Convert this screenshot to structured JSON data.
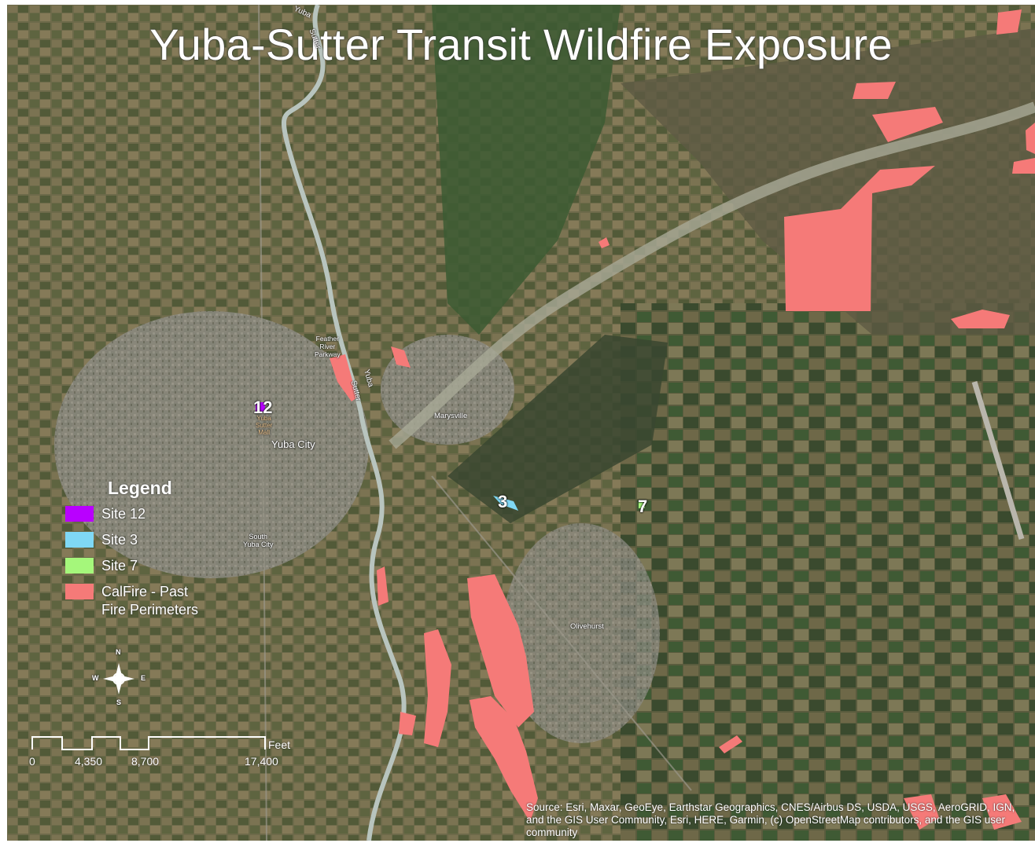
{
  "title": "Yuba-Sutter Transit Wildfire Exposure",
  "legend": {
    "title": "Legend",
    "items": [
      {
        "label": "Site 12",
        "color": "#b900ff"
      },
      {
        "label": "Site 3",
        "color": "#7fd8f5"
      },
      {
        "label": "Site 7",
        "color": "#a5f77b"
      },
      {
        "label": "CalFire - Past\nFire Perimeters",
        "color": "#f57a78"
      }
    ]
  },
  "sites": [
    {
      "number": "12",
      "color": "#b900ff"
    },
    {
      "number": "3",
      "color": "#7fd8f5"
    },
    {
      "number": "7",
      "color": "#a5f77b"
    }
  ],
  "place_labels": {
    "yuba_city": "Yuba City",
    "marysville": "Marysville",
    "olivehurst": "Olivehurst",
    "south_yuba_city": "South\nYuba City",
    "feather_river_parkway": "Feather\nRiver\nParkway",
    "yuba_sutter_mall": "Yuba\nSutter\nMall",
    "river_yuba_north": "Yuba",
    "river_sutter_north": "Sutter",
    "river_yuba_mid": "Yuba",
    "river_sutter_mid": "Sutter"
  },
  "north_arrow": {
    "n": "N",
    "s": "S",
    "e": "E",
    "w": "W"
  },
  "scale_bar": {
    "labels": [
      "0",
      "4,350",
      "8,700",
      "17,400"
    ],
    "unit": "Feet"
  },
  "source_text": "Source: Esri, Maxar, GeoEye, Earthstar Geographics, CNES/Airbus DS, USDA, USGS, AeroGRID, IGN, and the GIS User Community, Esri, HERE, Garmin, (c) OpenStreetMap contributors, and the GIS user community",
  "colors": {
    "fire_perimeter": "#f57a78",
    "farmland_dark": "#4d5636",
    "farmland_green": "#3f6a3a",
    "urban_gray": "#8d8c84",
    "river": "#b8c4be"
  }
}
